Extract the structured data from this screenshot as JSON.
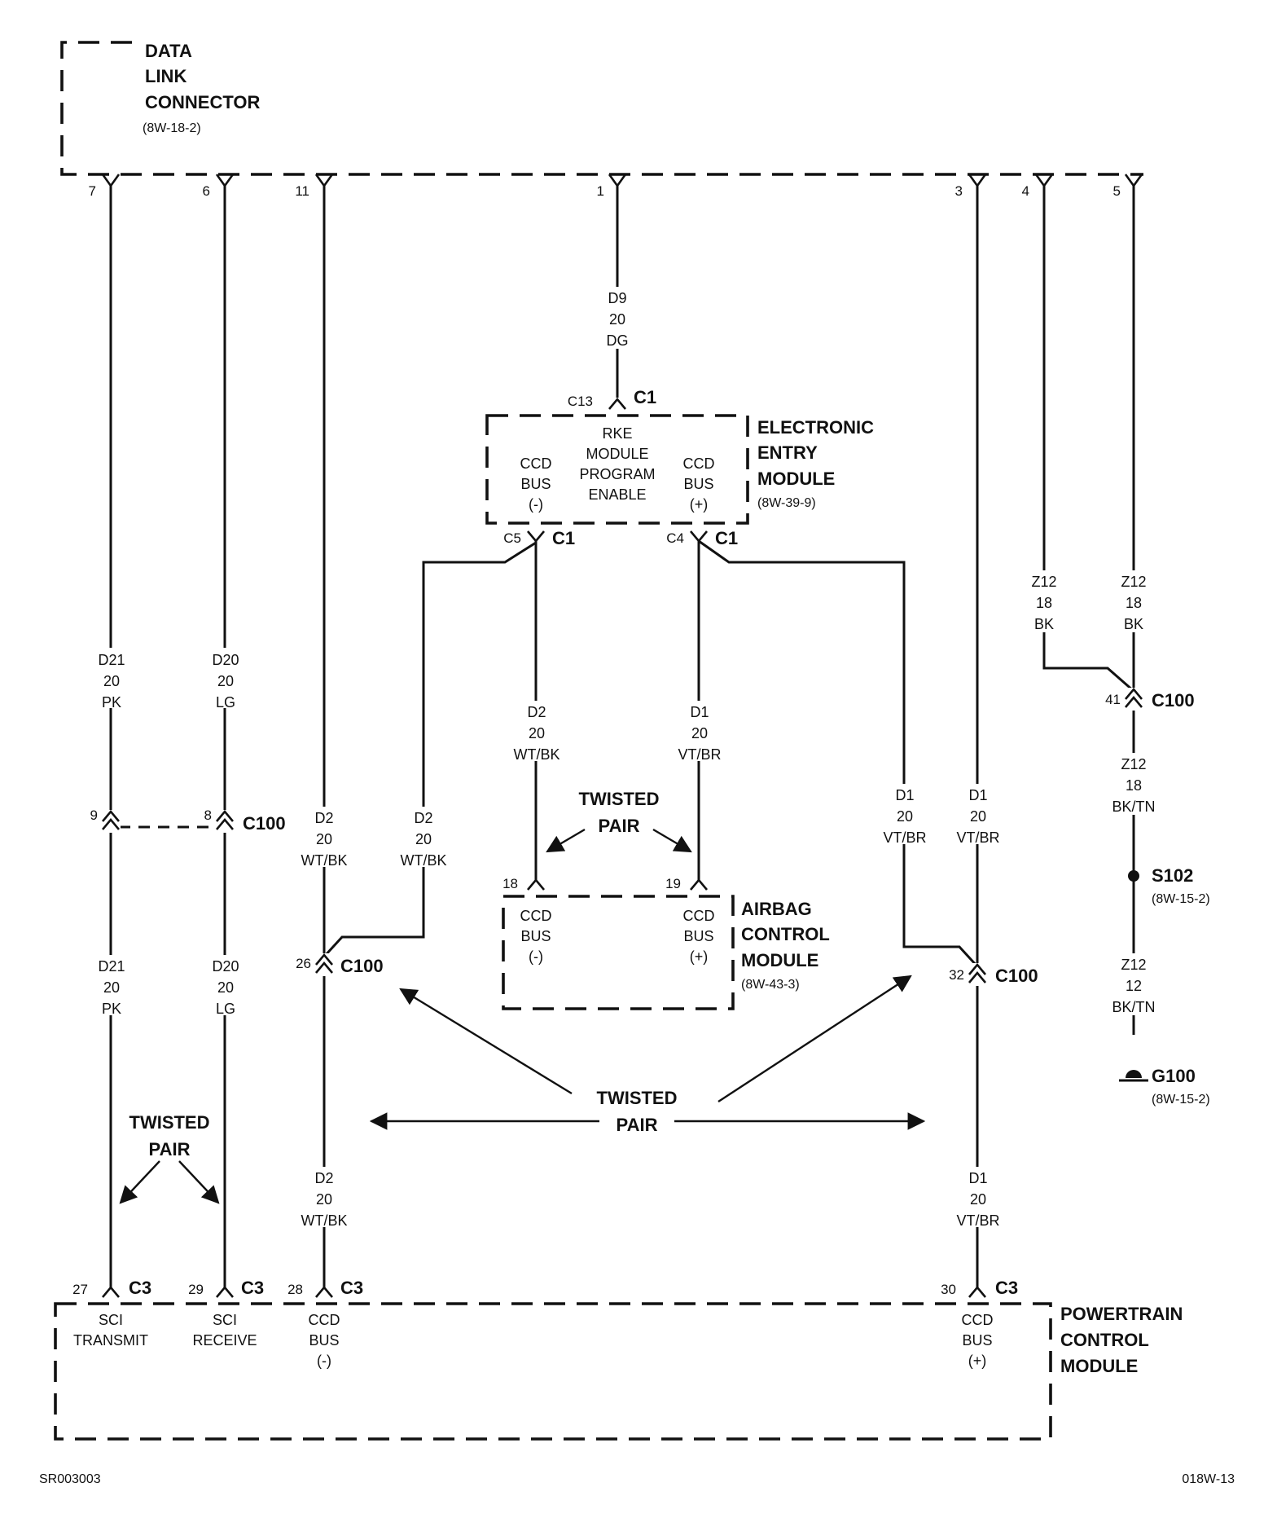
{
  "dlc": {
    "line1": "DATA",
    "line2": "LINK",
    "line3": "CONNECTOR",
    "ref": "(8W-18-2)"
  },
  "dlc_pins": {
    "p7": "7",
    "p6": "6",
    "p11": "11",
    "p1": "1",
    "p3": "3",
    "p4": "4",
    "p5": "5"
  },
  "wires": {
    "d9": [
      "D9",
      "20",
      "DG"
    ],
    "d21a": [
      "D21",
      "20",
      "PK"
    ],
    "d20a": [
      "D20",
      "20",
      "LG"
    ],
    "d21b": [
      "D21",
      "20",
      "PK"
    ],
    "d20b": [
      "D20",
      "20",
      "LG"
    ],
    "d2_l": [
      "D2",
      "20",
      "WT/BK"
    ],
    "d2_m": [
      "D2",
      "20",
      "WT/BK"
    ],
    "d2_c": [
      "D2",
      "20",
      "WT/BK"
    ],
    "d1_c": [
      "D1",
      "20",
      "VT/BR"
    ],
    "d1_m": [
      "D1",
      "20",
      "VT/BR"
    ],
    "d1_r": [
      "D1",
      "20",
      "VT/BR"
    ],
    "d2_b": [
      "D2",
      "20",
      "WT/BK"
    ],
    "d1_b": [
      "D1",
      "20",
      "VT/BR"
    ],
    "z12_a": [
      "Z12",
      "18",
      "BK"
    ],
    "z12_b": [
      "Z12",
      "18",
      "BK"
    ],
    "z12_c": [
      "Z12",
      "18",
      "BK/TN"
    ],
    "z12_d": [
      "Z12",
      "12",
      "BK/TN"
    ]
  },
  "eem": {
    "title1": "ELECTRONIC",
    "title2": "ENTRY",
    "title3": "MODULE",
    "ref": "(8W-39-9)",
    "rke": [
      "RKE",
      "MODULE",
      "PROGRAM",
      "ENABLE"
    ],
    "ccd_neg": [
      "CCD",
      "BUS",
      "(-)"
    ],
    "ccd_pos": [
      "CCD",
      "BUS",
      "(+)"
    ],
    "pin_c13": "C13",
    "pin_c5": "C5",
    "pin_c4": "C4",
    "conn": "C1"
  },
  "acm": {
    "title1": "AIRBAG",
    "title2": "CONTROL",
    "title3": "MODULE",
    "ref": "(8W-43-3)",
    "ccd_neg": [
      "CCD",
      "BUS",
      "(-)"
    ],
    "ccd_pos": [
      "CCD",
      "BUS",
      "(+)"
    ],
    "pin18": "18",
    "pin19": "19"
  },
  "pcm": {
    "title1": "POWERTRAIN",
    "title2": "CONTROL",
    "title3": "MODULE",
    "sci_tx": [
      "SCI",
      "TRANSMIT"
    ],
    "sci_rx": [
      "SCI",
      "RECEIVE"
    ],
    "ccd_neg": [
      "CCD",
      "BUS",
      "(-)"
    ],
    "ccd_pos": [
      "CCD",
      "BUS",
      "(+)"
    ],
    "pin27": "27",
    "pin29": "29",
    "pin28": "28",
    "pin30": "30",
    "conn": "C3"
  },
  "c100": {
    "label": "C100",
    "pin9": "9",
    "pin8": "8",
    "pin26": "26",
    "pin32": "32",
    "pin41": "41"
  },
  "s102": {
    "label": "S102",
    "ref": "(8W-15-2)"
  },
  "g100": {
    "label": "G100",
    "ref": "(8W-15-2)"
  },
  "twisted": {
    "line1": "TWISTED",
    "line2": "PAIR"
  },
  "footer": {
    "left": "SR003003",
    "right": "018W-13"
  }
}
